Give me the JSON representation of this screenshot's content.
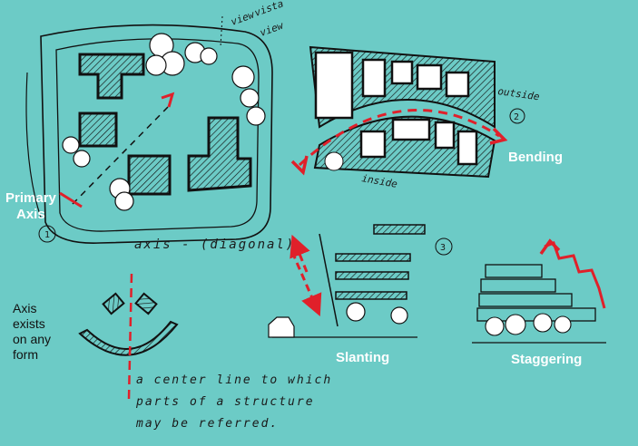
{
  "labels": {
    "primary_axis_line1": "Primary",
    "primary_axis_line2": "Axis",
    "bending": "Bending",
    "slanting": "Slanting",
    "staggering": "Staggering",
    "axis_note_line1": "Axis",
    "axis_note_line2": "exists",
    "axis_note_line3": "on any",
    "axis_note_line4": "form"
  },
  "handwriting": {
    "view": "view",
    "vista": "vista",
    "view2": "view",
    "outside": "outside",
    "inside": "inside",
    "num1": "1",
    "num2": "2",
    "num3": "3",
    "axis_diagonal": "axis - (diagonal)",
    "definition_line1": "a center line to which",
    "definition_line2": "parts of a structure",
    "definition_line3": "may be referred."
  },
  "colors": {
    "background": "#6ccbc6",
    "ink": "#111111",
    "accent_red": "#e0202a",
    "label_white": "#ffffff"
  }
}
